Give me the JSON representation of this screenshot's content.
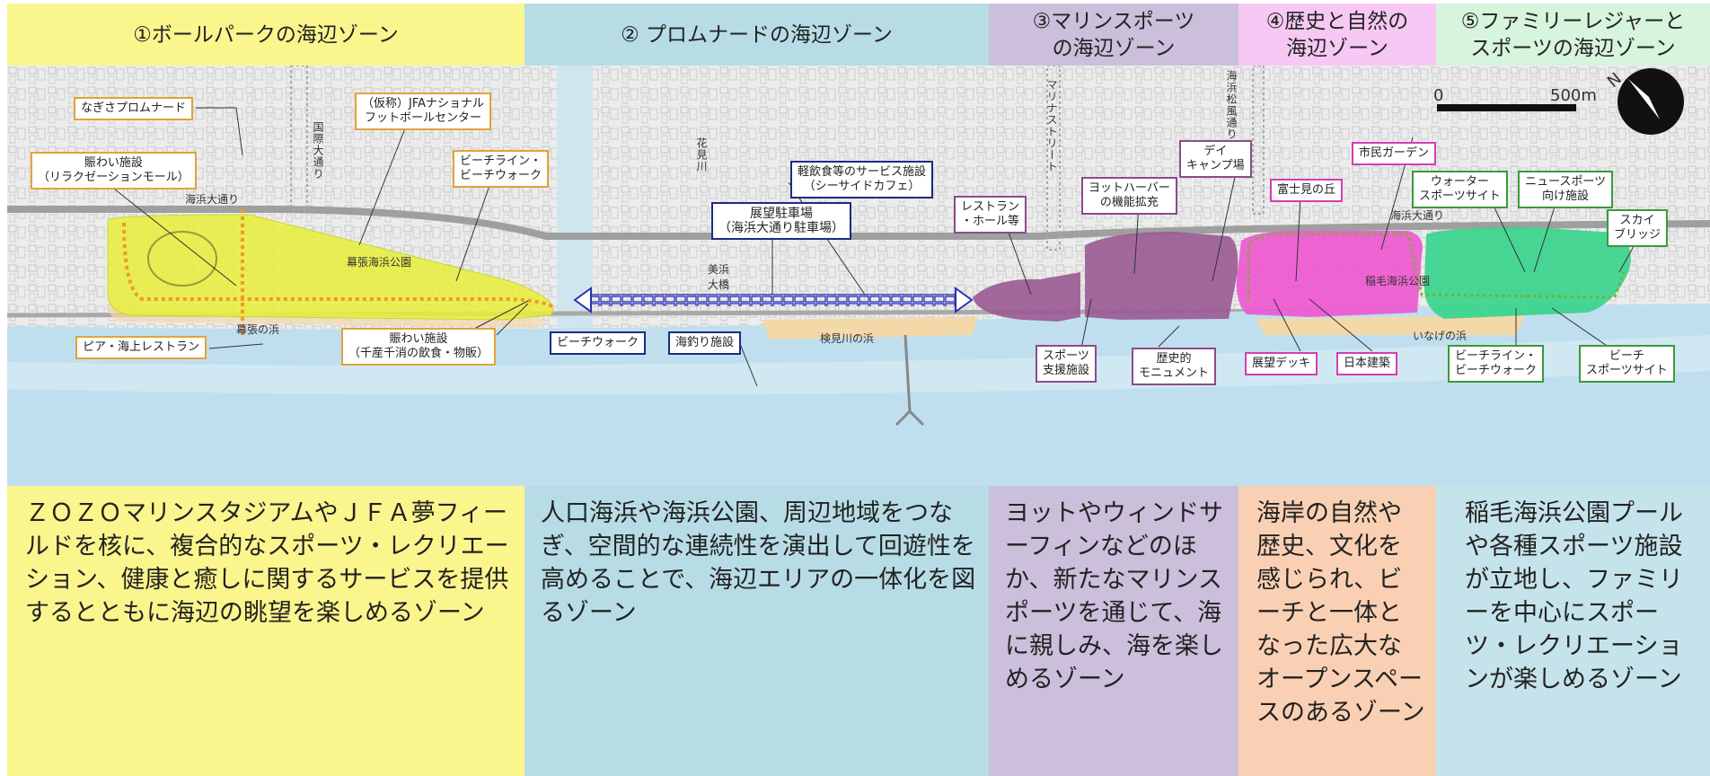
{
  "zones": [
    {
      "id": 1,
      "title": "①ボールパークの海辺ゾーン",
      "color": "#fbf58e",
      "description": "ＺＯＺＯマリンスタジアムやＪＦＡ夢フィールドを核に、複合的なスポーツ・レクリエーション、健康と癒しに関するサービスを提供するとともに海辺の眺望を楽しめるゾーン"
    },
    {
      "id": 2,
      "title": "② プロムナードの海辺ゾーン",
      "color": "#b7dce6",
      "description": "人口海浜や海浜公園、周辺地域をつなぎ、空間的な連続性を演出して回遊性を高めることで、海辺エリアの一体化を図るゾーン"
    },
    {
      "id": 3,
      "title": "③マリンスポーツの海辺ゾーン",
      "color": "#cbbfdb",
      "description": "ヨットやウィンドサーフィンなどのほか、新たなマリンスポーツを通じて、海に親しみ、海を楽しめるゾーン"
    },
    {
      "id": 4,
      "title": "④歴史と自然の海辺ゾーン",
      "color": "#f7c8f3",
      "desc_color": "#fad0b4",
      "description": "海岸の自然や歴史、文化を感じられ、ビーチと一体となった広大なオープンスペースのあるゾーン"
    },
    {
      "id": 5,
      "title": "⑤ファミリーレジャーとスポーツの海辺ゾーン",
      "color": "#d7f4dc",
      "desc_color": "#c5e3ea",
      "description": "稲毛海浜公園プールや各種スポーツ施設が立地し、ファミリーを中心にスポーツ・レクリエーションが楽しめるゾーン"
    }
  ],
  "map_labels": {
    "nagisa_promenade": "なぎさプロムナード",
    "jfa_center": "（仮称）JFAナショナル\nフットボールセンター",
    "nigiwai_relaxation": "賑わい施設\n（リラクゼーションモール）",
    "beachline_1": "ビーチライン・\nビーチウォーク",
    "pier_restaurant": "ピア・海上レストラン",
    "nigiwai_food": "賑わい施設\n（千産千消の飲食・物販）",
    "cafe": "軽飲食等のサービス施設\n（シーサイドカフェ）",
    "parking": "展望駐車場\n（海浜大通り駐車場）",
    "beachwalk": "ビーチウォーク",
    "fishing": "海釣り施設",
    "restaurant_hall": "レストラン\n・ホール等",
    "yacht_harbor": "ヨットハーバー\nの機能拡充",
    "day_camp": "デイ\nキャンプ場",
    "sports_support": "スポーツ\n支援施設",
    "monument": "歴史的\nモニュメント",
    "fujimi": "富士見の丘",
    "citizen_garden": "市民ガーデン",
    "water_sports": "ウォーター\nスポーツサイト",
    "new_sports": "ニュースポーツ\n向け施設",
    "sky_bridge": "スカイ\nブリッジ",
    "observation_deck": "展望デッキ",
    "japanese_building": "日本建築",
    "beachline_2": "ビーチライン・\nビーチウォーク",
    "beach_sports": "ビーチ\nスポーツサイト"
  },
  "map_text": {
    "kaihin_odori_1": "海浜大通り",
    "kaihin_odori_2": "海浜大通り",
    "kokusai_odori": "国際大通り",
    "makuhari_park": "幕張海浜公園",
    "makuhari_beach": "幕張の浜",
    "hanamigawa": "花見川",
    "mihama_bridge": "美浜大橋",
    "kemigawa_beach": "検見川の浜",
    "marina_street": "マリナストリート",
    "kaihin_matsukaze": "海浜松風通り",
    "inage_park": "稲毛海浜公園",
    "inage_beach": "いなげの浜"
  },
  "scale": {
    "start": "0",
    "end": "500m",
    "north": "N"
  },
  "colors": {
    "ball_park": "#e8ef3a",
    "marine_sports": "#9a5a94",
    "history_nature": "#ee55cf",
    "family": "#35d48a",
    "sea": "#bfdfee",
    "beach": "#f3d8a8",
    "promenade_arrow": "#2d2fb8",
    "path": "#f29a21"
  }
}
